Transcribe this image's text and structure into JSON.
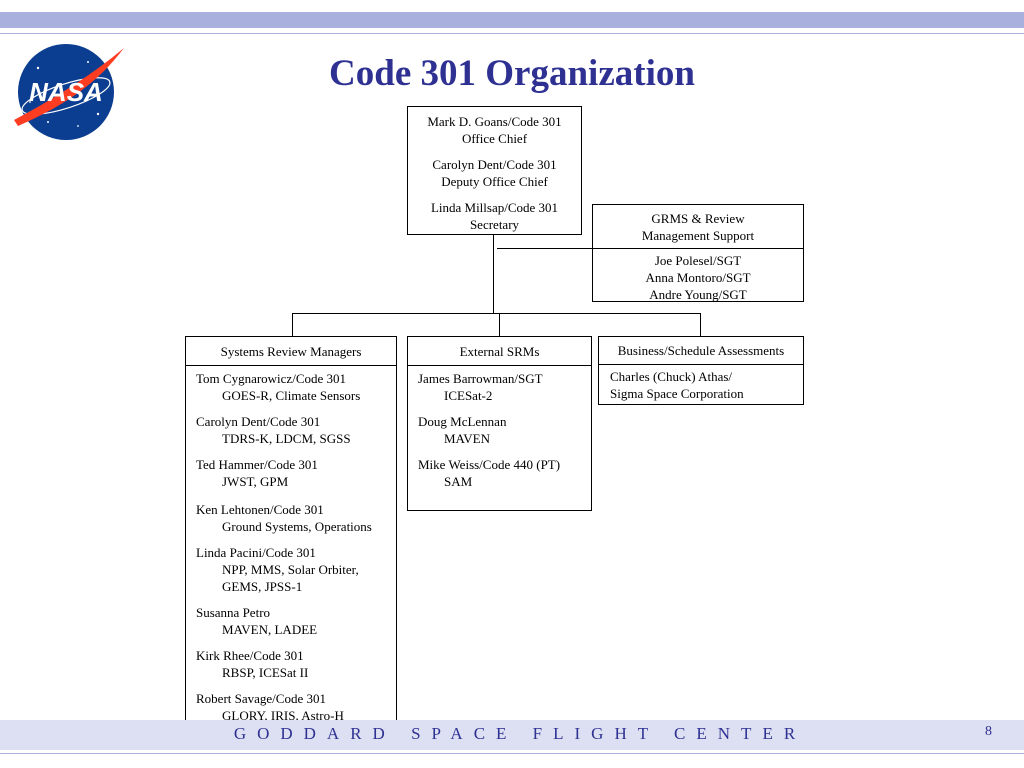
{
  "header": {
    "title": "Code 301 Organization"
  },
  "logo": {
    "text": "NASA",
    "colors": {
      "globe": "#0b3d91",
      "swoosh": "#fc3d21"
    }
  },
  "office": {
    "lines": [
      "Mark D. Goans/Code 301",
      "Office Chief",
      "Carolyn Dent/Code 301",
      "Deputy Office Chief",
      "Linda Millsap/Code 301",
      "Secretary"
    ]
  },
  "grms": {
    "title": [
      "GRMS & Review",
      "Management Support"
    ],
    "members": [
      "Joe Polesel/SGT",
      "Anna Montoro/SGT",
      "Andre Young/SGT"
    ]
  },
  "srm": {
    "title": "Systems Review Managers",
    "entries": [
      {
        "name": "Tom Cygnarowicz/Code 301",
        "detail": [
          "GOES-R, Climate Sensors"
        ]
      },
      {
        "name": "Carolyn Dent/Code 301",
        "detail": [
          "TDRS-K, LDCM, SGSS"
        ]
      },
      {
        "name": "Ted Hammer/Code 301",
        "detail": [
          "JWST, GPM"
        ]
      },
      {
        "name": "Ken Lehtonen/Code 301",
        "detail": [
          "Ground Systems, Operations"
        ]
      },
      {
        "name": "Linda Pacini/Code 301",
        "detail": [
          "NPP, MMS, Solar Orbiter,",
          "GEMS, JPSS-1"
        ]
      },
      {
        "name": "Susanna Petro",
        "detail": [
          "MAVEN, LADEE"
        ]
      },
      {
        "name": "Kirk Rhee/Code 301",
        "detail": [
          "RBSP, ICESat II"
        ]
      },
      {
        "name": "Robert Savage/Code 301",
        "detail": [
          "GLORY, IRIS, Astro-H"
        ]
      }
    ]
  },
  "ext": {
    "title": "External SRMs",
    "entries": [
      {
        "name": "James Barrowman/SGT",
        "detail": [
          "ICESat-2"
        ]
      },
      {
        "name": "Doug McLennan",
        "detail": [
          "MAVEN"
        ]
      },
      {
        "name": "Mike Weiss/Code 440 (PT)",
        "detail": [
          "SAM"
        ]
      }
    ]
  },
  "biz": {
    "title": "Business/Schedule Assessments",
    "lines": [
      "Charles (Chuck) Athas/",
      "Sigma Space Corporation"
    ]
  },
  "footer": {
    "text": "GODDARD SPACE FLIGHT CENTER",
    "page": "8"
  },
  "colors": {
    "title": "#2e3192",
    "band": "#aab0dd",
    "footer_band": "#dde0f2"
  }
}
